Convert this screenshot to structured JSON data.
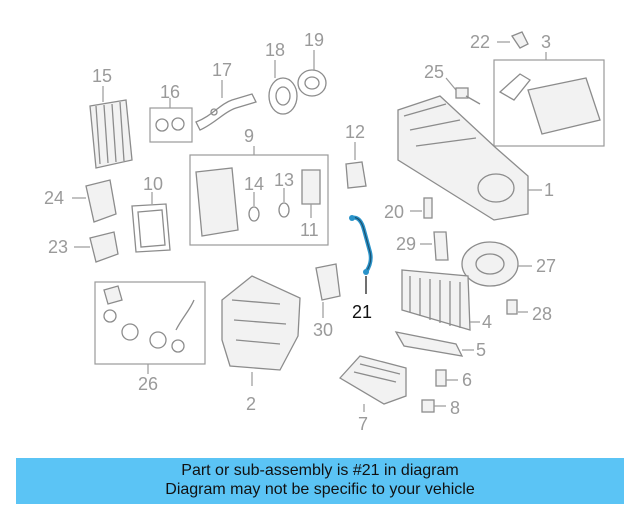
{
  "diagram": {
    "callouts": [
      "1",
      "2",
      "3",
      "4",
      "5",
      "6",
      "7",
      "8",
      "9",
      "10",
      "11",
      "12",
      "13",
      "14",
      "15",
      "16",
      "17",
      "18",
      "19",
      "20",
      "21",
      "22",
      "23",
      "24",
      "25",
      "26",
      "27",
      "28",
      "29",
      "30"
    ],
    "highlighted_part": "21",
    "highlight_color": "#2a93c9"
  },
  "caption": {
    "line1": "Part or sub-assembly is #21 in diagram",
    "line2": "Diagram may not be specific to your vehicle",
    "background": "#5bc4f5"
  }
}
